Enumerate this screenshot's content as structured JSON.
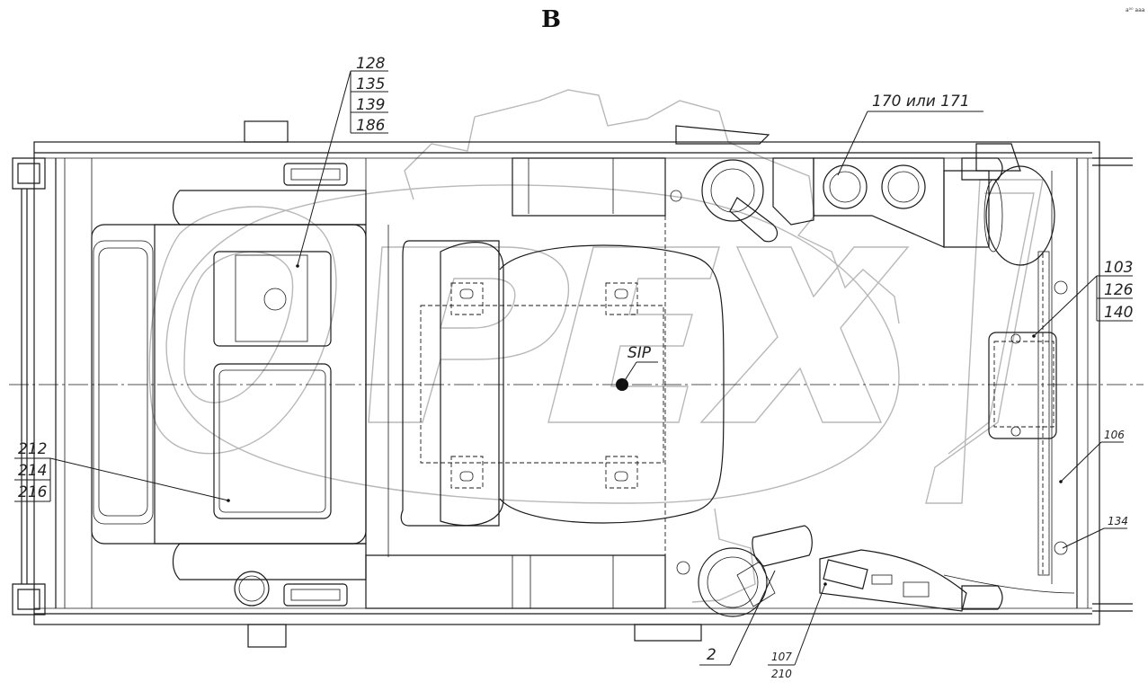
{
  "view_label": "В",
  "corner_note": "а⁰⁰ ааа",
  "watermark": "PEX",
  "center_mark": "SIP",
  "callouts": {
    "top_stack": [
      "128",
      "135",
      "139",
      "186"
    ],
    "top_right": "170 или 171",
    "right_stack": [
      "103",
      "126",
      "140"
    ],
    "right_106": "106",
    "right_134": "134",
    "left_stack": [
      "212",
      "214",
      "216"
    ],
    "bottom_2": "2",
    "bottom_stack": [
      "107",
      "210"
    ]
  }
}
